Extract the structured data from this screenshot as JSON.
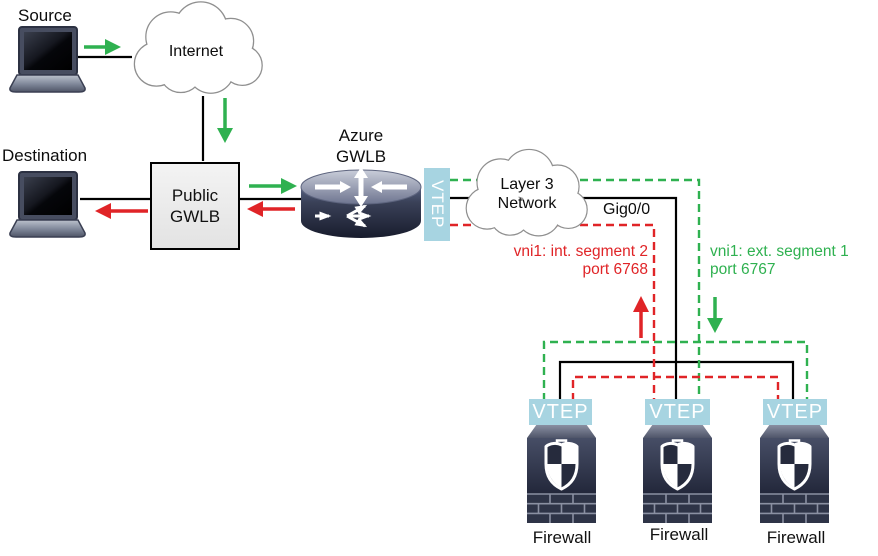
{
  "labels": {
    "source": "Source",
    "destination": "Destination",
    "internet": "Internet",
    "public_gwlb": "Public GWLB",
    "azure_gwlb": "Azure GWLB",
    "layer3_network": "Layer 3 Network",
    "gig_interface": "Gig0/0",
    "vtep": "VTEP",
    "firewall": "Firewall"
  },
  "annotations": {
    "internal_segment": {
      "line1": "vni1: int. segment 2",
      "line2": "port 6768"
    },
    "external_segment": {
      "line1": "vni1: ext. segment 1",
      "line2": "port 6767"
    }
  },
  "colors": {
    "flow_green": "#2fb150",
    "flow_red": "#e02427",
    "vtep_blue": "#a7d4e1",
    "node_gray": "#ebebeb",
    "line_black": "#000000"
  },
  "icons": {
    "source": "laptop-icon",
    "destination": "laptop-icon",
    "internet": "cloud-icon",
    "layer3_network": "cloud-icon",
    "azure_gwlb": "load-balancer-router-icon",
    "firewall": "firewall-shield-brick-icon"
  }
}
